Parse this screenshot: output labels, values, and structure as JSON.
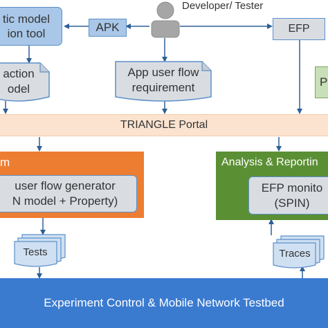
{
  "developer": {
    "label": "Developer/ Tester"
  },
  "model_tool": {
    "line1": "tic model",
    "line2": "ion tool"
  },
  "apk": {
    "label": "APK"
  },
  "efp": {
    "label": "EFP"
  },
  "action_model": {
    "line1": "action",
    "line2": "odel"
  },
  "user_flow_req": {
    "line1": "App user flow",
    "line2": "requirement"
  },
  "portal": {
    "label": "TRIANGLE Portal"
  },
  "left_panel": {
    "title": "m",
    "inner_line1": "user flow generator",
    "inner_line2": "N model + Property)"
  },
  "right_panel": {
    "title": "Analysis & Reportin",
    "inner_line1": "EFP monito",
    "inner_line2": "(SPIN)"
  },
  "right_doc": {
    "label": "P"
  },
  "tests": {
    "label": "Tests"
  },
  "traces": {
    "label": "Traces"
  },
  "testbed": {
    "label": "Experiment Control & Mobile Network Testbed"
  },
  "colors": {
    "blue_box": "#a9c7e8",
    "blue_stroke": "#5b8fc9",
    "gray_box": "#d9dde2",
    "portal": "#fbe3d0",
    "orange": "#ed7d31",
    "green": "#5b8f34",
    "testbed": "#3a7bd0",
    "arrow": "#2e5f96"
  }
}
